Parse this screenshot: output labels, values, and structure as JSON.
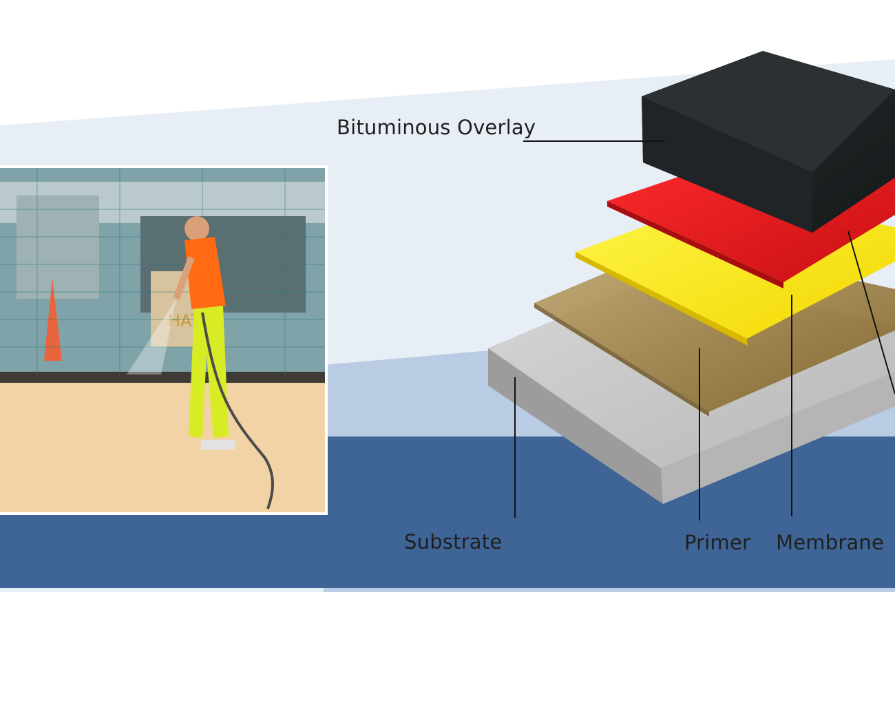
{
  "labels": {
    "overlay": "Bituminous Overlay",
    "substrate": "Substrate",
    "primer": "Primer",
    "membrane": "Membrane"
  },
  "colors": {
    "band_light": "#e7eef6",
    "band_mid": "#b9cce3",
    "band_dark": "#3f6597",
    "overlay": "#1c2022",
    "membrane_red": "#e5141b",
    "membrane_yellow": "#ffee00",
    "primer": "#8a6b2c",
    "substrate": "#c9c9c9"
  },
  "photo": {
    "description_icon": "worker-spraying-photo",
    "sign_text": "HATTO"
  }
}
